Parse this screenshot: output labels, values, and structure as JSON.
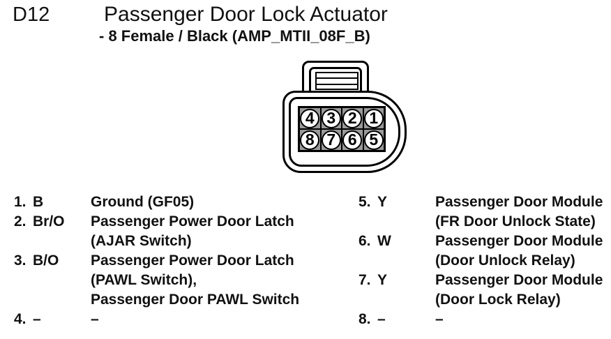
{
  "header": {
    "connector_id": "D12",
    "title": "Passenger Door Lock Actuator",
    "subtitle": "- 8 Female / Black (AMP_MTII_08F_B)"
  },
  "connector": {
    "type": "8 Female / Black",
    "part": "AMP_MTII_08F_B",
    "top_row": [
      "4",
      "3",
      "2",
      "1"
    ],
    "bottom_row": [
      "8",
      "7",
      "6",
      "5"
    ]
  },
  "colors": {
    "line": "#000000",
    "cavity_gray": "#9a9a9a",
    "background": "#ffffff"
  },
  "pins": [
    {
      "label": "1.",
      "color": "B",
      "desc": [
        "Ground (GF05)"
      ]
    },
    {
      "label": "2.",
      "color": "Br/O",
      "desc": [
        "Passenger Power Door Latch",
        "(AJAR Switch)"
      ]
    },
    {
      "label": "3.",
      "color": "B/O",
      "desc": [
        "Passenger Power Door Latch",
        "(PAWL Switch),",
        "Passenger Door PAWL Switch"
      ]
    },
    {
      "label": "4.",
      "color": "–",
      "desc": [
        "–"
      ]
    },
    {
      "label": "5.",
      "color": "Y",
      "desc": [
        "Passenger Door Module",
        "(FR Door Unlock State)"
      ]
    },
    {
      "label": "6.",
      "color": "W",
      "desc": [
        "Passenger Door Module",
        "(Door Unlock Relay)"
      ]
    },
    {
      "label": "7.",
      "color": "Y",
      "desc": [
        "Passenger Door Module",
        "(Door Lock Relay)"
      ]
    },
    {
      "label": "8.",
      "color": "–",
      "desc": [
        "–"
      ]
    }
  ]
}
